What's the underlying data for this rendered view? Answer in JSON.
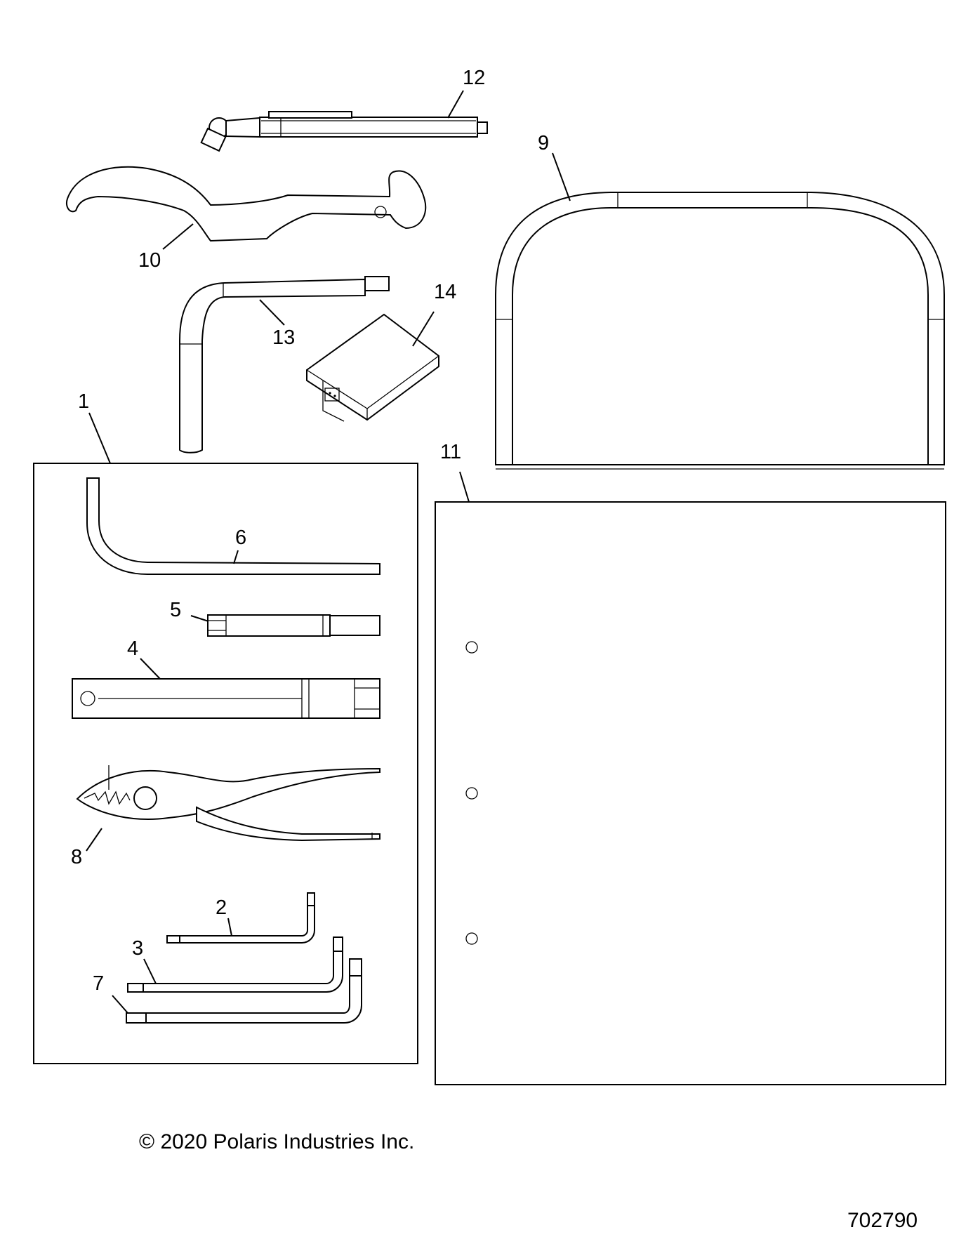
{
  "callouts": {
    "c1": "1",
    "c2": "2",
    "c3": "3",
    "c4": "4",
    "c5": "5",
    "c6": "6",
    "c7": "7",
    "c8": "8",
    "c9": "9",
    "c10": "10",
    "c11": "11",
    "c12": "12",
    "c13": "13",
    "c14": "14"
  },
  "copyright": "© 2020 Polaris Industries Inc.",
  "figure_number": "702790"
}
